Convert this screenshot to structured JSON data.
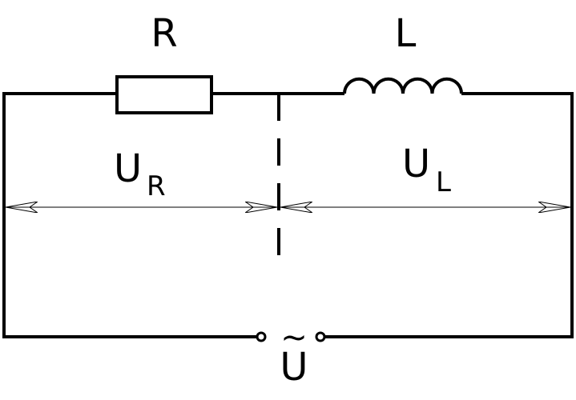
{
  "labels": {
    "resistor": "R",
    "inductor": "L",
    "ur_main": "U",
    "ur_sub": "R",
    "ul_main": "U",
    "ul_sub": "L",
    "source": "U",
    "source_tilde": "~"
  },
  "colors": {
    "line": "#000000",
    "background": "#ffffff"
  }
}
